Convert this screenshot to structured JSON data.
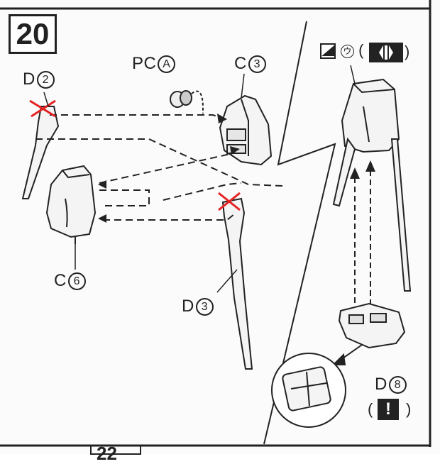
{
  "step": {
    "number": "20",
    "next_step_number": "22"
  },
  "parts": {
    "d2": {
      "letter": "D",
      "num": "2"
    },
    "pca": {
      "letter": "PC",
      "num": "A"
    },
    "c3": {
      "letter": "C",
      "num": "3"
    },
    "c6": {
      "letter": "C",
      "num": "6"
    },
    "d3": {
      "letter": "D",
      "num": "3"
    },
    "d8": {
      "letter": "D",
      "num": "8"
    }
  },
  "symbols": {
    "katakana": "ウ",
    "paren_open": "(",
    "paren_close": ")",
    "exclamation": "!"
  },
  "colors": {
    "ink": "#222222",
    "cross_mark": "#e52222",
    "paper": "#fbfbfb"
  }
}
